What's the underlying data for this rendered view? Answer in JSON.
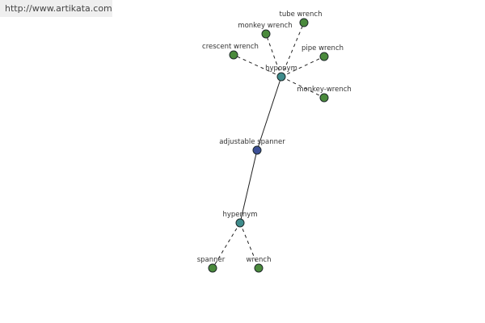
{
  "site": {
    "link_text": "http://www.artikata.com"
  },
  "colors": {
    "leaf": "#4a8a3c",
    "relation": "#3f8c8c",
    "focus": "#3c4f96",
    "background_strip": "#efefef"
  },
  "graph": {
    "center": {
      "label": "adjustable spanner"
    },
    "relations": [
      {
        "label": "hyponym",
        "terms": [
          "tube wrench",
          "monkey wrench",
          "crescent wrench",
          "pipe wrench",
          "monkey-wrench"
        ]
      },
      {
        "label": "hypernym",
        "terms": [
          "spanner",
          "wrench"
        ]
      }
    ]
  }
}
